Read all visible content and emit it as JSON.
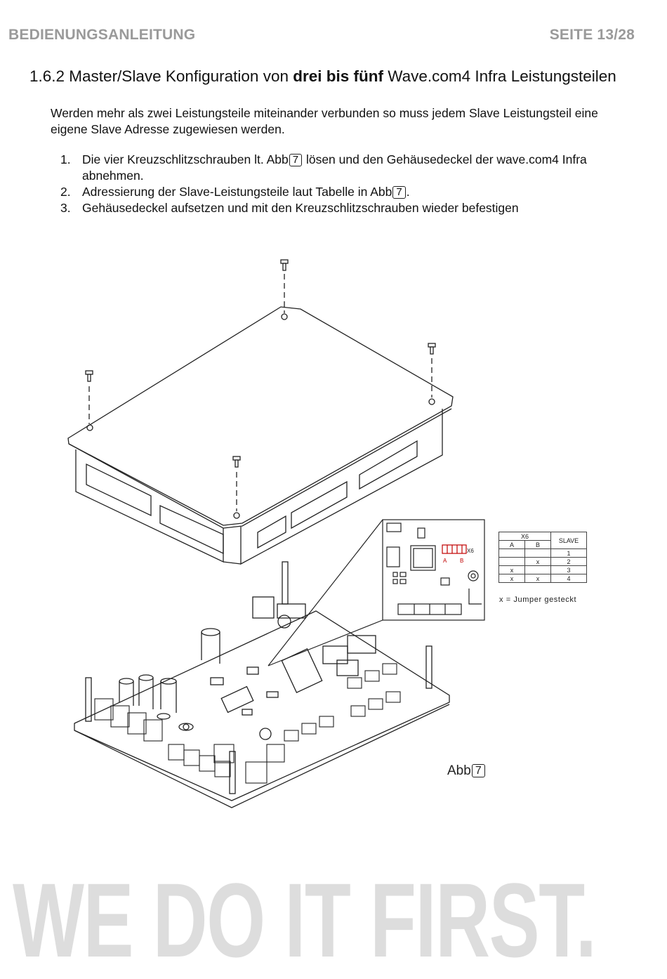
{
  "header": {
    "title": "BEDIENUNGSANLEITUNG",
    "page": "SEITE 13/28"
  },
  "section": {
    "title_prefix": "1.6.2 Master/Slave Konfiguration von ",
    "title_bold": "drei bis fünf",
    "title_suffix": " Wave.com4 Infra Leistungsteilen"
  },
  "intro": "Werden mehr als zwei Leistungsteile miteinander verbunden so muss jedem Slave Leistungsteil eine eigene Slave Adresse zugewiesen werden.",
  "steps": [
    {
      "num": "1.",
      "before": "Die vier Kreuzschlitzschrauben lt. Abb",
      "ref": "7",
      "after": " lösen und den Gehäusedeckel der wave.com4 Infra abnehmen."
    },
    {
      "num": "2.",
      "before": "Adressierung der Slave-Leistungsteile laut Tabelle in Abb",
      "ref": "7",
      "after": "."
    },
    {
      "num": "3.",
      "before": "Gehäusedeckel aufsetzen und mit den Kreuzschlitzschrauben wieder befestigen",
      "ref": "",
      "after": ""
    }
  ],
  "figure": {
    "jumper_label": "X6",
    "pin_a": "A",
    "pin_b": "B",
    "table": {
      "header_group": "X6",
      "col_a": "A",
      "col_b": "B",
      "col_slave": "SLAVE",
      "rows": [
        {
          "a": "",
          "b": "",
          "slave": "1"
        },
        {
          "a": "",
          "b": "x",
          "slave": "2"
        },
        {
          "a": "x",
          "b": "",
          "slave": "3"
        },
        {
          "a": "x",
          "b": "x",
          "slave": "4"
        }
      ]
    },
    "jumper_note": "x = Jumper gesteckt",
    "abb_text": "Abb",
    "abb_ref": "7"
  },
  "footer": {
    "slogan": "WE DO IT FIRST."
  }
}
